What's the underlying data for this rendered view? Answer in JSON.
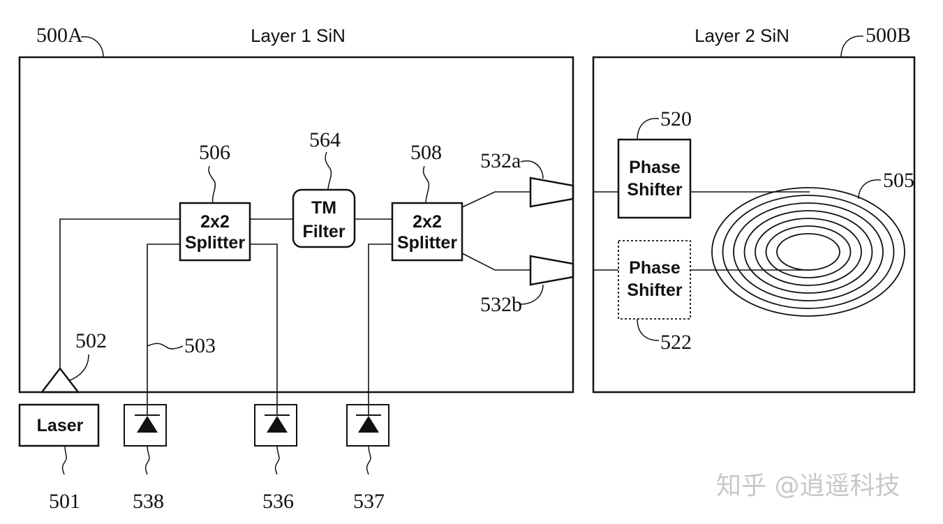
{
  "layers": {
    "layer1": {
      "ref": "500A",
      "title": "Layer 1 SiN"
    },
    "layer2": {
      "ref": "500B",
      "title": "Layer 2 SiN"
    }
  },
  "components": {
    "laser": {
      "label": "Laser",
      "ref": "501"
    },
    "coupler": {
      "ref": "502"
    },
    "waveguide": {
      "ref": "503"
    },
    "splitter1": {
      "line1": "2x2",
      "line2": "Splitter",
      "ref": "506"
    },
    "tm_filter": {
      "line1": "TM",
      "line2": "Filter",
      "ref": "564"
    },
    "splitter2": {
      "line1": "2x2",
      "line2": "Splitter",
      "ref": "508"
    },
    "taper_a": {
      "ref": "532a"
    },
    "taper_b": {
      "ref": "532b"
    },
    "phase_shifter1": {
      "line1": "Phase",
      "line2": "Shifter",
      "ref": "520"
    },
    "phase_shifter2": {
      "line1": "Phase",
      "line2": "Shifter",
      "ref": "522"
    },
    "coil": {
      "ref": "505"
    },
    "detector1": {
      "ref": "538"
    },
    "detector2": {
      "ref": "536"
    },
    "detector3": {
      "ref": "537"
    }
  },
  "watermark": "知乎 @逍遥科技"
}
